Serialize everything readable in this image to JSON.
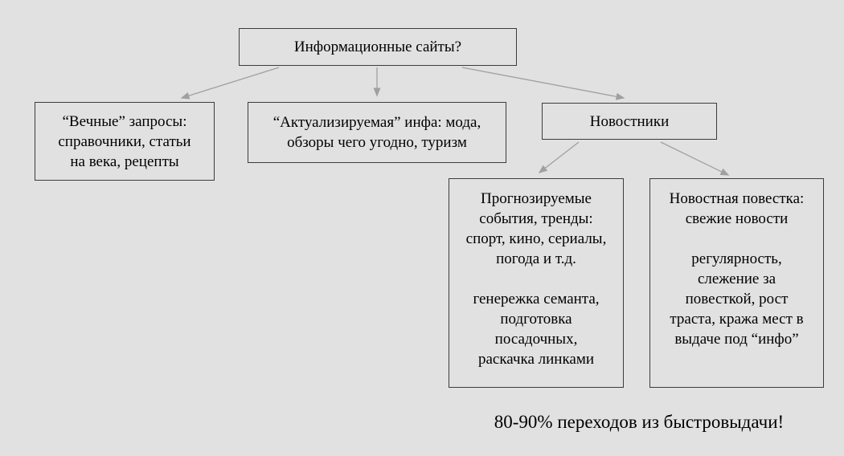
{
  "canvas": {
    "background_color": "#e1e1e1",
    "box_fill_color": "#e1e1e1",
    "box_border_color": "#3c3c3c",
    "arrow_color": "#a0a0a0",
    "text_color": "#000000"
  },
  "diagram": {
    "type": "tree",
    "nodes": {
      "root": {
        "label": "Информационные сайты?"
      },
      "evergreen": {
        "lines": [
          "“Вечные” запросы:",
          "справочники, статьи",
          "на века, рецепты"
        ]
      },
      "refreshed": {
        "lines": [
          "“Актуализируемая” инфа: мода,",
          "обзоры чего угодно, туризм"
        ]
      },
      "news": {
        "label": "Новостники"
      },
      "predictable": {
        "lines": [
          "Прогнозируемые",
          "события, тренды:",
          "спорт, кино, сериалы,",
          "погода и т.д.",
          "",
          "генережка семанта,",
          "подготовка",
          "посадочных,",
          "раскачка линками"
        ]
      },
      "agenda": {
        "lines": [
          "Новостная повестка:",
          "свежие новости",
          "",
          "регулярность,",
          "слежение за",
          "повесткой, рост",
          "траста, кража мест в",
          "выдаче под “инфо”"
        ]
      }
    },
    "edges": [
      {
        "from": "root",
        "to": "evergreen"
      },
      {
        "from": "root",
        "to": "refreshed"
      },
      {
        "from": "root",
        "to": "news"
      },
      {
        "from": "news",
        "to": "predictable"
      },
      {
        "from": "news",
        "to": "agenda"
      }
    ],
    "caption": "80-90% переходов из быстровыдачи!"
  }
}
